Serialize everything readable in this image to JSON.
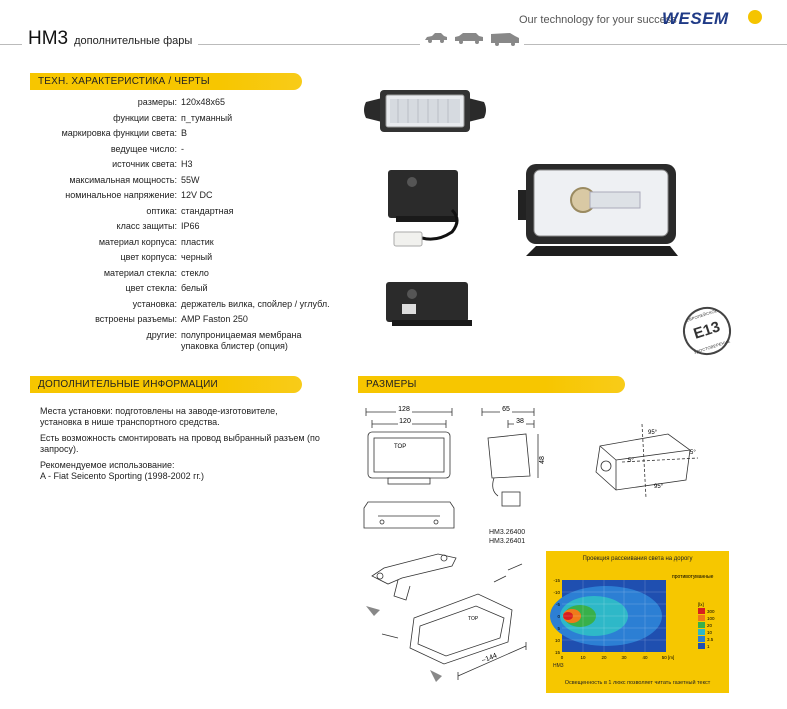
{
  "header": {
    "slogan": "Our technology for your success",
    "brand": "WESEM",
    "model": "HM3",
    "subtitle": "дополнительные фары"
  },
  "sections": {
    "specs_title": "ТЕХН. ХАРАКТЕРИСТИКА / ЧЕРТЫ",
    "info_title": "ДОПОЛНИТЕЛЬНЫЕ ИНФОРМАЦИИ",
    "dims_title": "РАЗМЕРЫ"
  },
  "specs": [
    {
      "label": "размеры:",
      "value": "120x48x65"
    },
    {
      "label": "функции света:",
      "value": "п_туманный"
    },
    {
      "label": "маркировка функции света:",
      "value": "B"
    },
    {
      "label": "ведущее число:",
      "value": "-"
    },
    {
      "label": "источник света:",
      "value": "H3"
    },
    {
      "label": "максимальная мощность:",
      "value": "55W"
    },
    {
      "label": "номинальное напряжение:",
      "value": "12V DC"
    },
    {
      "label": "оптика:",
      "value": "стандартная"
    },
    {
      "label": "класс защиты:",
      "value": "IP66"
    },
    {
      "label": "материал корпуса:",
      "value": "пластик"
    },
    {
      "label": "цвет корпуса:",
      "value": "черный"
    },
    {
      "label": "материал стекла:",
      "value": "стекло"
    },
    {
      "label": "цвет стекла:",
      "value": "белый"
    },
    {
      "label": "установка:",
      "value": "держатель вилка, спойлер / углубл."
    },
    {
      "label": "встроены разъемы:",
      "value": "AMP Faston 250"
    },
    {
      "label": "другие:",
      "value": "полупроницаемая мембрана",
      "value2": "упаковка блистер (опция)"
    }
  ],
  "info": {
    "p1": "Места установки: подготовлены на заводе-изготовителе, установка в нише транспортного средства.",
    "p2": "Есть возможность смонтировать на провод выбранный разъем (по запросу).",
    "p3a": "Рекомендуемое использование:",
    "p3b": "A - Fiat Seicento Sporting (1998-2002 гг.)"
  },
  "badge": {
    "code": "E13",
    "top_text": "ЕВРОПЕЙСКОЕ",
    "bottom_text": "УДОСТОВЕРЕНИЕ"
  },
  "dims": {
    "w128": "128",
    "w120": "120",
    "w65": "65",
    "w38": "38",
    "h48": "48",
    "top": "TOP",
    "a95a": "95°",
    "a5a": "5°",
    "a5b": "5°",
    "a95b": "95°",
    "l144": "~144",
    "part1": "HM3.26400",
    "part2": "HM3.26401"
  },
  "pattern": {
    "title": "Проекция рассеивания света на дорогу",
    "subtitle": "противотуманные",
    "model": "HM3",
    "caption": "Освещенность в 1 люкс позволяет читать газетный текст",
    "y_ticks": [
      "-15",
      "-10",
      "-5",
      "0",
      "5",
      "10",
      "15"
    ],
    "x_ticks": [
      "0",
      "10",
      "20",
      "30",
      "40",
      "50 [m]"
    ],
    "legend_unit": "[lx]",
    "legend": [
      {
        "value": "300",
        "color": "#d81e1e"
      },
      {
        "value": "100",
        "color": "#f07a1a"
      },
      {
        "value": "20",
        "color": "#38b04a"
      },
      {
        "value": "10",
        "color": "#2eb8c8"
      },
      {
        "value": "3.5",
        "color": "#2c7fd4"
      },
      {
        "value": "1",
        "color": "#1f4fb0"
      }
    ]
  },
  "colors": {
    "accent": "#f7c600",
    "brand": "#1f3a86"
  }
}
